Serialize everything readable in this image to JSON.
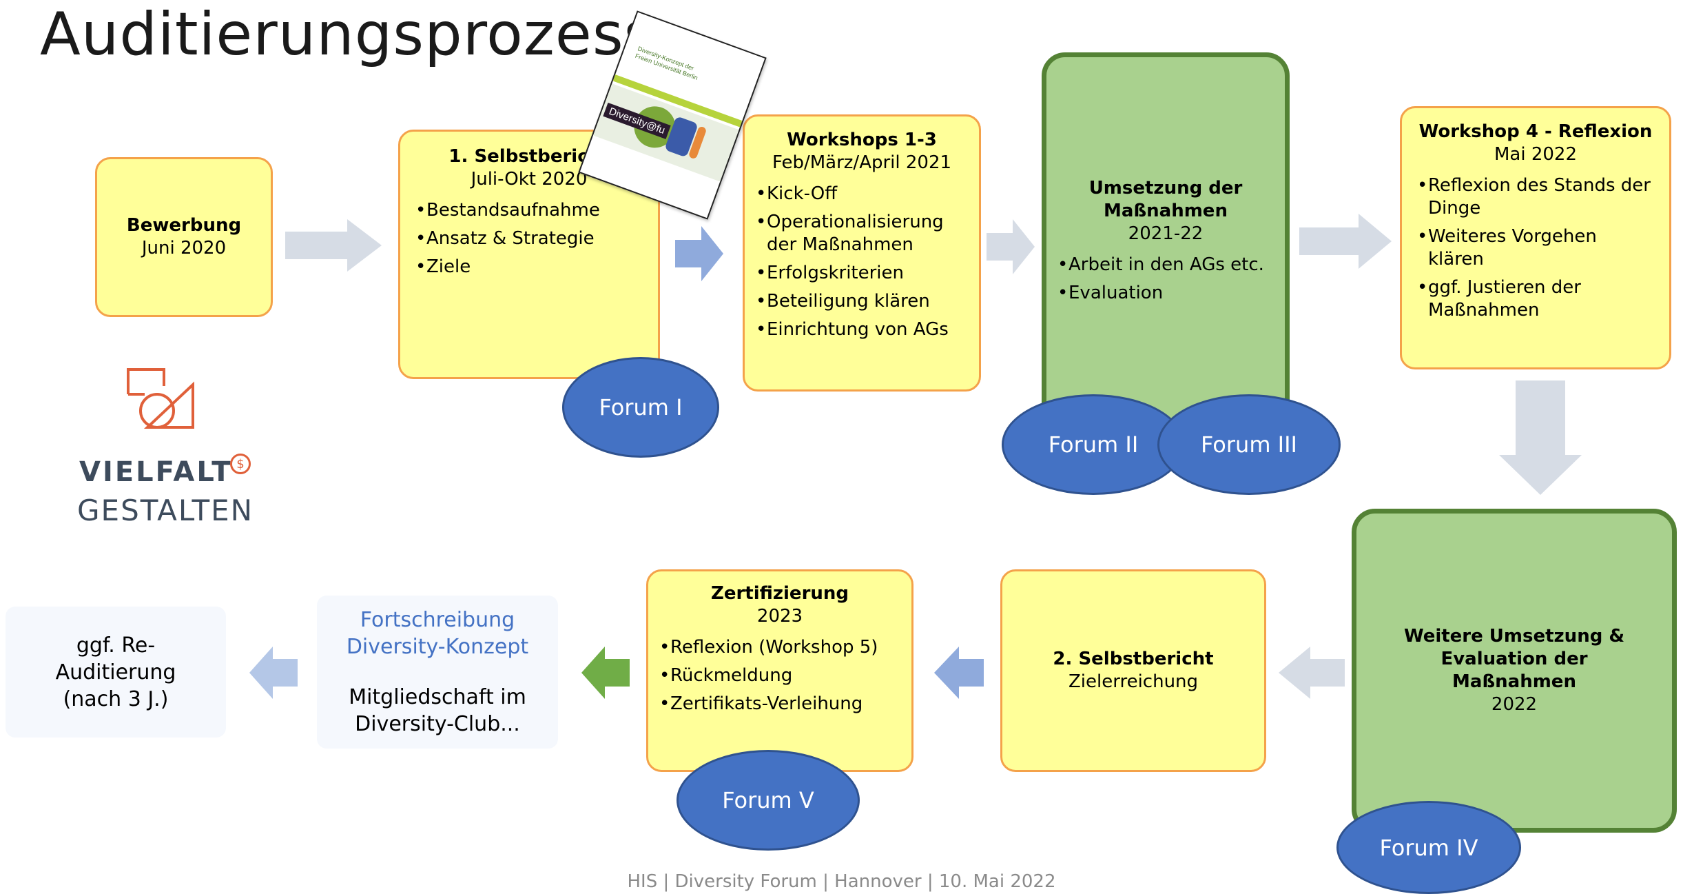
{
  "title": "Auditierungsprozess",
  "boxes": {
    "bewerbung": {
      "heading": "Bewerbung",
      "sub": "Juni 2020"
    },
    "selbstbericht1": {
      "heading": "1. Selbstbericht",
      "sub": "Juli-Okt 2020",
      "items": [
        "Bestandsaufnahme",
        "Ansatz & Strategie",
        "Ziele"
      ]
    },
    "workshops": {
      "heading": "Workshops 1-3",
      "sub": "Feb/März/April 2021",
      "items": [
        "Kick-Off",
        "Operationalisierung der Maßnahmen",
        "Erfolgskriterien",
        "Beteiligung klären",
        "Einrichtung von AGs"
      ]
    },
    "umsetzung": {
      "heading": "Umsetzung der Maßnahmen",
      "sub": "2021-22",
      "items": [
        "Arbeit in den AGs etc.",
        "Evaluation"
      ]
    },
    "workshop4": {
      "heading": "Workshop 4 - Reflexion",
      "sub": "Mai 2022",
      "items": [
        "Reflexion des Stands der Dinge",
        "Weiteres Vorgehen klären",
        "ggf. Justieren der Maßnahmen"
      ]
    },
    "weitere": {
      "heading": "Weitere Umsetzung & Evaluation der Maßnahmen",
      "sub": "2022"
    },
    "selbstbericht2": {
      "heading": "2. Selbstbericht",
      "sub": "Zielerreichung"
    },
    "zertifizierung": {
      "heading": "Zertifizierung",
      "sub": "2023",
      "items": [
        "Reflexion (Workshop 5)",
        "Rückmeldung",
        "Zertifikats-Verleihung"
      ]
    }
  },
  "fortschreibung": {
    "title": "Fortschreibung Diversity-Konzept",
    "body": "Mitgliedschaft im Diversity-Club..."
  },
  "reaudit": {
    "text": "ggf. Re-Auditierung (nach 3 J.)"
  },
  "forums": [
    "Forum I",
    "Forum II",
    "Forum III",
    "Forum IV",
    "Forum V"
  ],
  "logo": {
    "line1": "VIELFALT",
    "line2": "GESTALTEN"
  },
  "booklet": {
    "badge": "Diversity@fu",
    "cover_text": "Diversity-Konzept der Freien Universität Berlin"
  },
  "footer": "HIS | Diversity Forum | Hannover | 10. Mai 2022",
  "colors": {
    "yellow_box": "#ffff99",
    "orange_border": "#f4a24a",
    "green_box": "#a9d18e",
    "green_border": "#548235",
    "forum_blue": "#4472c4",
    "arrow_gray": "#d6dce5",
    "arrow_blue": "#8faadc",
    "arrow_green": "#70ad47"
  }
}
